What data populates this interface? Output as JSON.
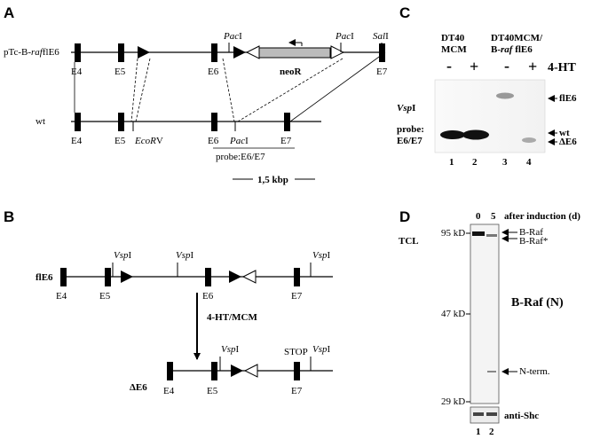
{
  "panels": {
    "a": "A",
    "b": "B",
    "c": "C",
    "d": "D"
  },
  "panel_a": {
    "construct_label_pre": "pTc-B-",
    "construct_label_raf": "raf",
    "construct_label_post": "flE6",
    "wt_label": "wt",
    "exons_top": [
      "E4",
      "E5",
      "E6",
      "E7"
    ],
    "exons_bottom": [
      "E4",
      "E5",
      "E6",
      "E7"
    ],
    "pac1_a": "Pac",
    "pac1_b": "I",
    "pac2_a": "Pac",
    "pac2_b": "I",
    "sal_a": "Sal",
    "sal_b": "I",
    "neo": "neoR",
    "ecorv_a": "EcoR",
    "ecorv_b": "V",
    "pac3_a": "Pac",
    "pac3_b": "I",
    "probe": "probe:E6/E7",
    "scale": "1,5 kbp"
  },
  "panel_b": {
    "fle6": "flE6",
    "exons_top": [
      "E4",
      "E5",
      "E6",
      "E7"
    ],
    "vsp_a": "Vsp",
    "vsp_b": "I",
    "arrow_label": "4-HT/MCM",
    "de6": "ΔE6",
    "exons_bottom": [
      "E4",
      "E5",
      "E7"
    ],
    "stop": "STOP"
  },
  "panel_c": {
    "group1_l1": "DT40",
    "group1_l2": "MCM",
    "group2_l1": "DT40MCM/",
    "group2_l2_a": "B-",
    "group2_l2_b": "raf",
    "group2_l2_c": " flE6",
    "signs": [
      "-",
      "+",
      "-",
      "+"
    ],
    "treatment": "4-HT",
    "vspi_a": "Vsp",
    "vspi_b": "I",
    "probe1": "probe:",
    "probe2": "E6/E7",
    "band_fle6": "flE6",
    "band_wt": "wt",
    "band_de6": "ΔE6",
    "lanes": [
      "1",
      "2",
      "3",
      "4"
    ]
  },
  "panel_d": {
    "timepoints": [
      "0",
      "5"
    ],
    "after": "after induction (d)",
    "tcl": "TCL",
    "markers": [
      "95 kD",
      "47 kD",
      "29 kD"
    ],
    "braf": "B-Raf",
    "brafstar": "B-Raf*",
    "antibody": "B-Raf (N)",
    "nterm": "N-term.",
    "shc": "anti-Shc",
    "lanes": [
      "1",
      "2"
    ]
  }
}
